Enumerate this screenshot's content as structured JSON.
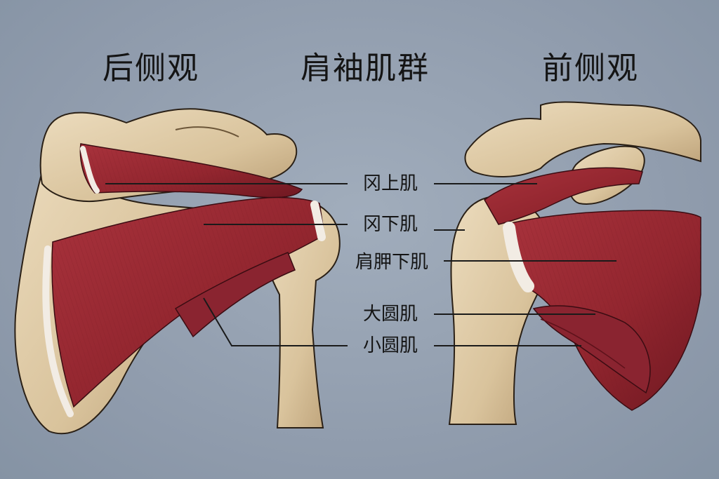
{
  "headings": {
    "posterior": "后侧观",
    "title": "肩袖肌群",
    "anterior": "前侧观"
  },
  "labels": [
    {
      "id": "supraspinatus",
      "text": "冈上肌"
    },
    {
      "id": "infraspinatus",
      "text": "冈下肌"
    },
    {
      "id": "subscapularis",
      "text": "肩胛下肌"
    },
    {
      "id": "teres-major",
      "text": "大圆肌"
    },
    {
      "id": "teres-minor",
      "text": "小圆肌"
    }
  ],
  "colors": {
    "background": "#8f9cad",
    "bone": "#ddc9a6",
    "bone_shadow": "#b59a72",
    "muscle": "#9a2a34",
    "muscle_dark": "#6e1620",
    "tendon": "#f2ece4",
    "leader_line": "#1a1a1a"
  }
}
